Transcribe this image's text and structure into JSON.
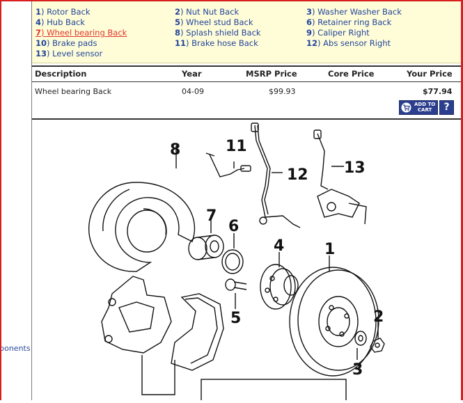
{
  "parts": [
    {
      "num": "1",
      "label": ") Rotor Back"
    },
    {
      "num": "2",
      "label": ") Nut Nut Back"
    },
    {
      "num": "3",
      "label": ") Washer Washer Back"
    },
    {
      "num": "4",
      "label": ") Hub Back"
    },
    {
      "num": "5",
      "label": ") Wheel stud Back"
    },
    {
      "num": "6",
      "label": ") Retainer ring Back"
    },
    {
      "num": "7",
      "label": ") Wheel bearing Back"
    },
    {
      "num": "8",
      "label": ") Splash shield Back"
    },
    {
      "num": "9",
      "label": ") Caliper Right"
    },
    {
      "num": "10",
      "label": ") Brake pads"
    },
    {
      "num": "11",
      "label": ") Brake hose Back"
    },
    {
      "num": "12",
      "label": ") Abs sensor Right"
    },
    {
      "num": "13",
      "label": ") Level sensor"
    }
  ],
  "table": {
    "headers": {
      "description": "Description",
      "year": "Year",
      "msrp": "MSRP Price",
      "core": "Core Price",
      "your": "Your Price"
    },
    "row": {
      "description": "Wheel bearing Back",
      "year": "04-09",
      "msrp": "$99.93",
      "core": "",
      "your": "$77.94"
    },
    "add_to_cart_line1": "ADD TO",
    "add_to_cart_line2": "CART",
    "help": "?"
  },
  "sidebar": {
    "link1": "Components",
    "link2": "s"
  },
  "diagram": {
    "callouts": [
      "1",
      "2",
      "3",
      "4",
      "5",
      "6",
      "7",
      "8",
      "11",
      "12",
      "13"
    ]
  },
  "colors": {
    "frame": "#d81e1e",
    "link": "#21449b",
    "active_link": "#e2342a",
    "parts_bg": "#fffdd8",
    "button": "#2c3f8e"
  }
}
